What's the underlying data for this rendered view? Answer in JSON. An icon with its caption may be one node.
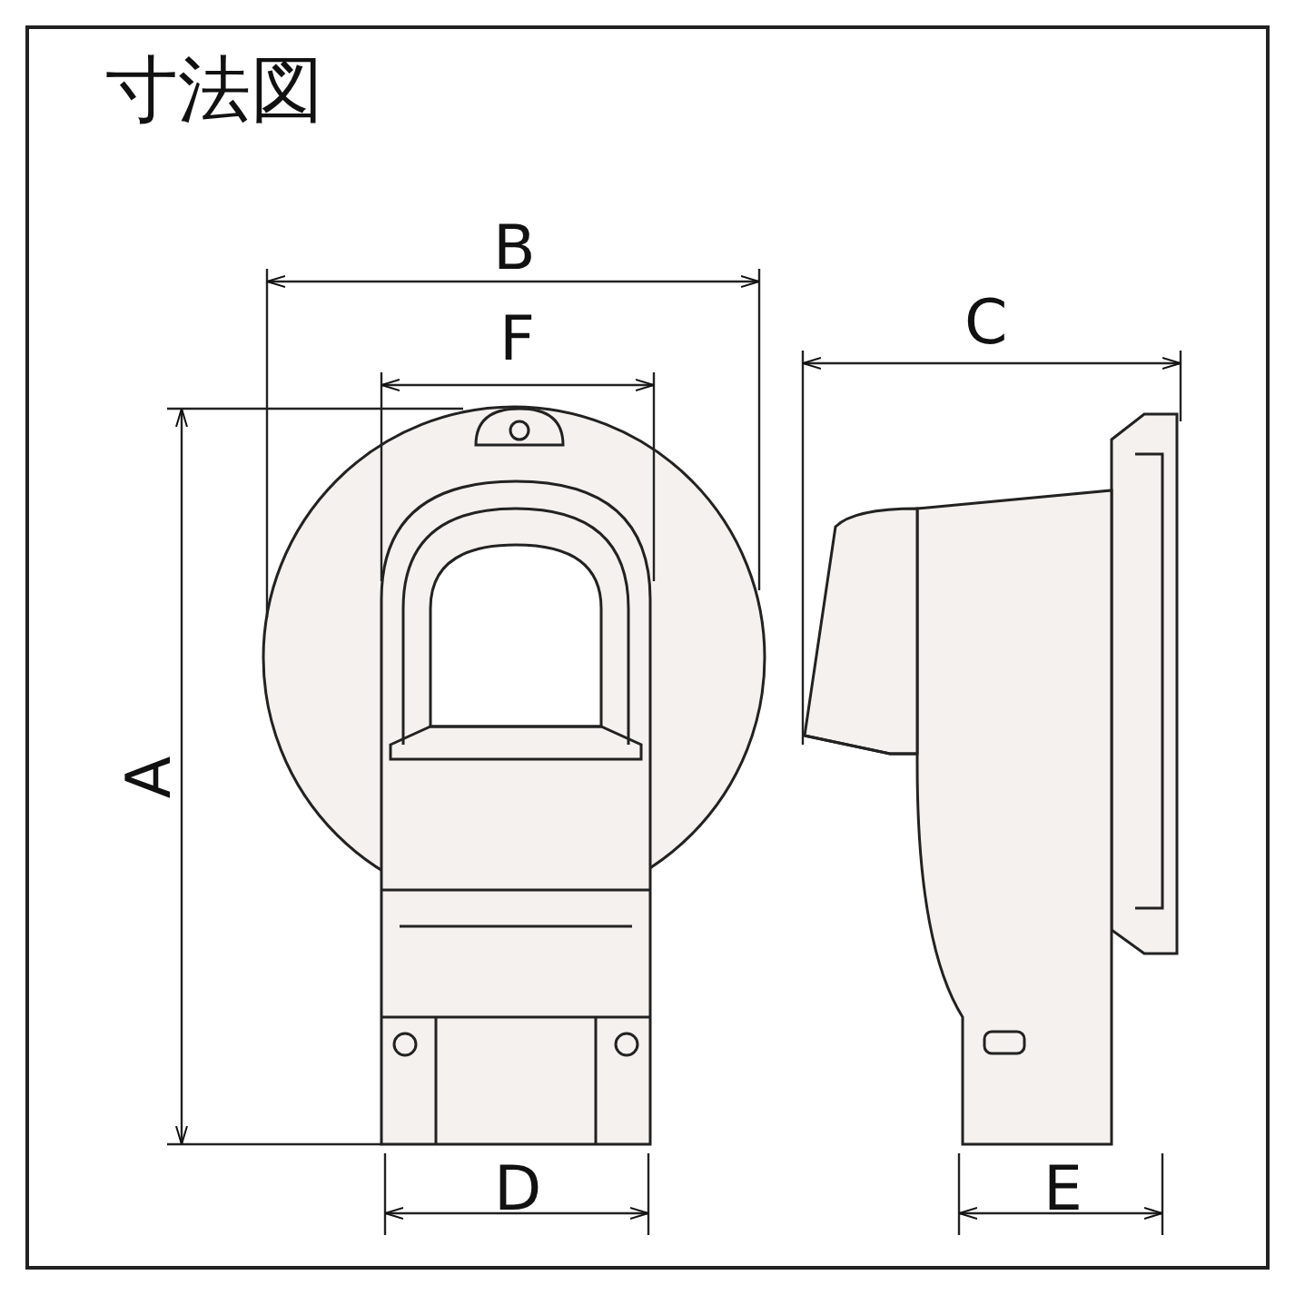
{
  "diagram": {
    "title": "寸法図",
    "labels": [
      "B",
      "F",
      "C",
      "A",
      "D",
      "E"
    ]
  }
}
